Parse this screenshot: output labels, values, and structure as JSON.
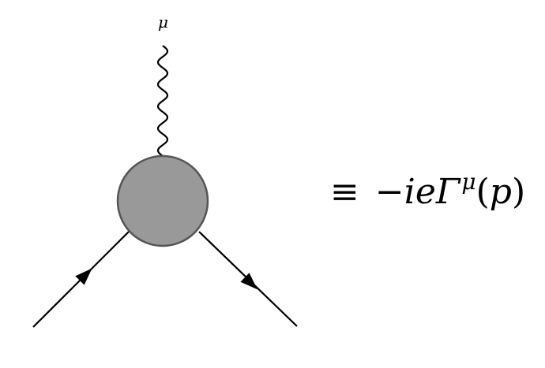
{
  "vertex": {
    "blob_fill": "#999999",
    "blob_stroke": "#555555",
    "line_color": "#000000"
  },
  "photon": {
    "index_label": "μ"
  },
  "formula": {
    "equiv": "≡",
    "prefix": "−ie",
    "symbol": "Γ",
    "superscript": "μ",
    "open_paren": "(",
    "argument": "p",
    "close_paren": ")"
  }
}
